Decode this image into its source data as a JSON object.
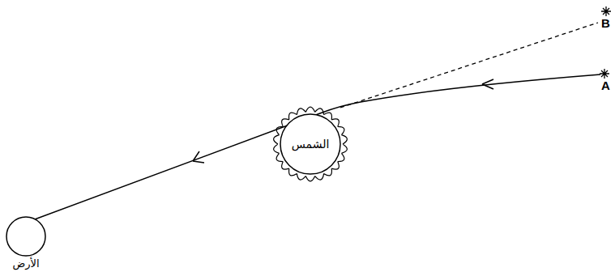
{
  "diagram": {
    "nodes": [
      {
        "text": [
          "الشمس"
        ]
      },
      {
        "text": [
          "الأرض"
        ]
      }
    ],
    "labels": [
      "B",
      "A"
    ]
  }
}
